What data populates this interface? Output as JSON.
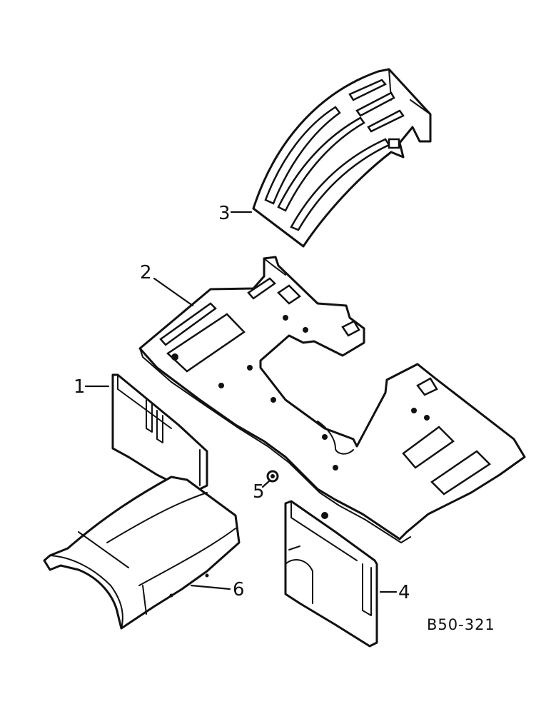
{
  "callouts": {
    "c1": "1",
    "c2": "2",
    "c3": "3",
    "c4": "4",
    "c5": "5",
    "c6": "6"
  },
  "figure_code": "B50-321",
  "colors": {
    "ink": "#111111",
    "paper": "#ffffff"
  }
}
